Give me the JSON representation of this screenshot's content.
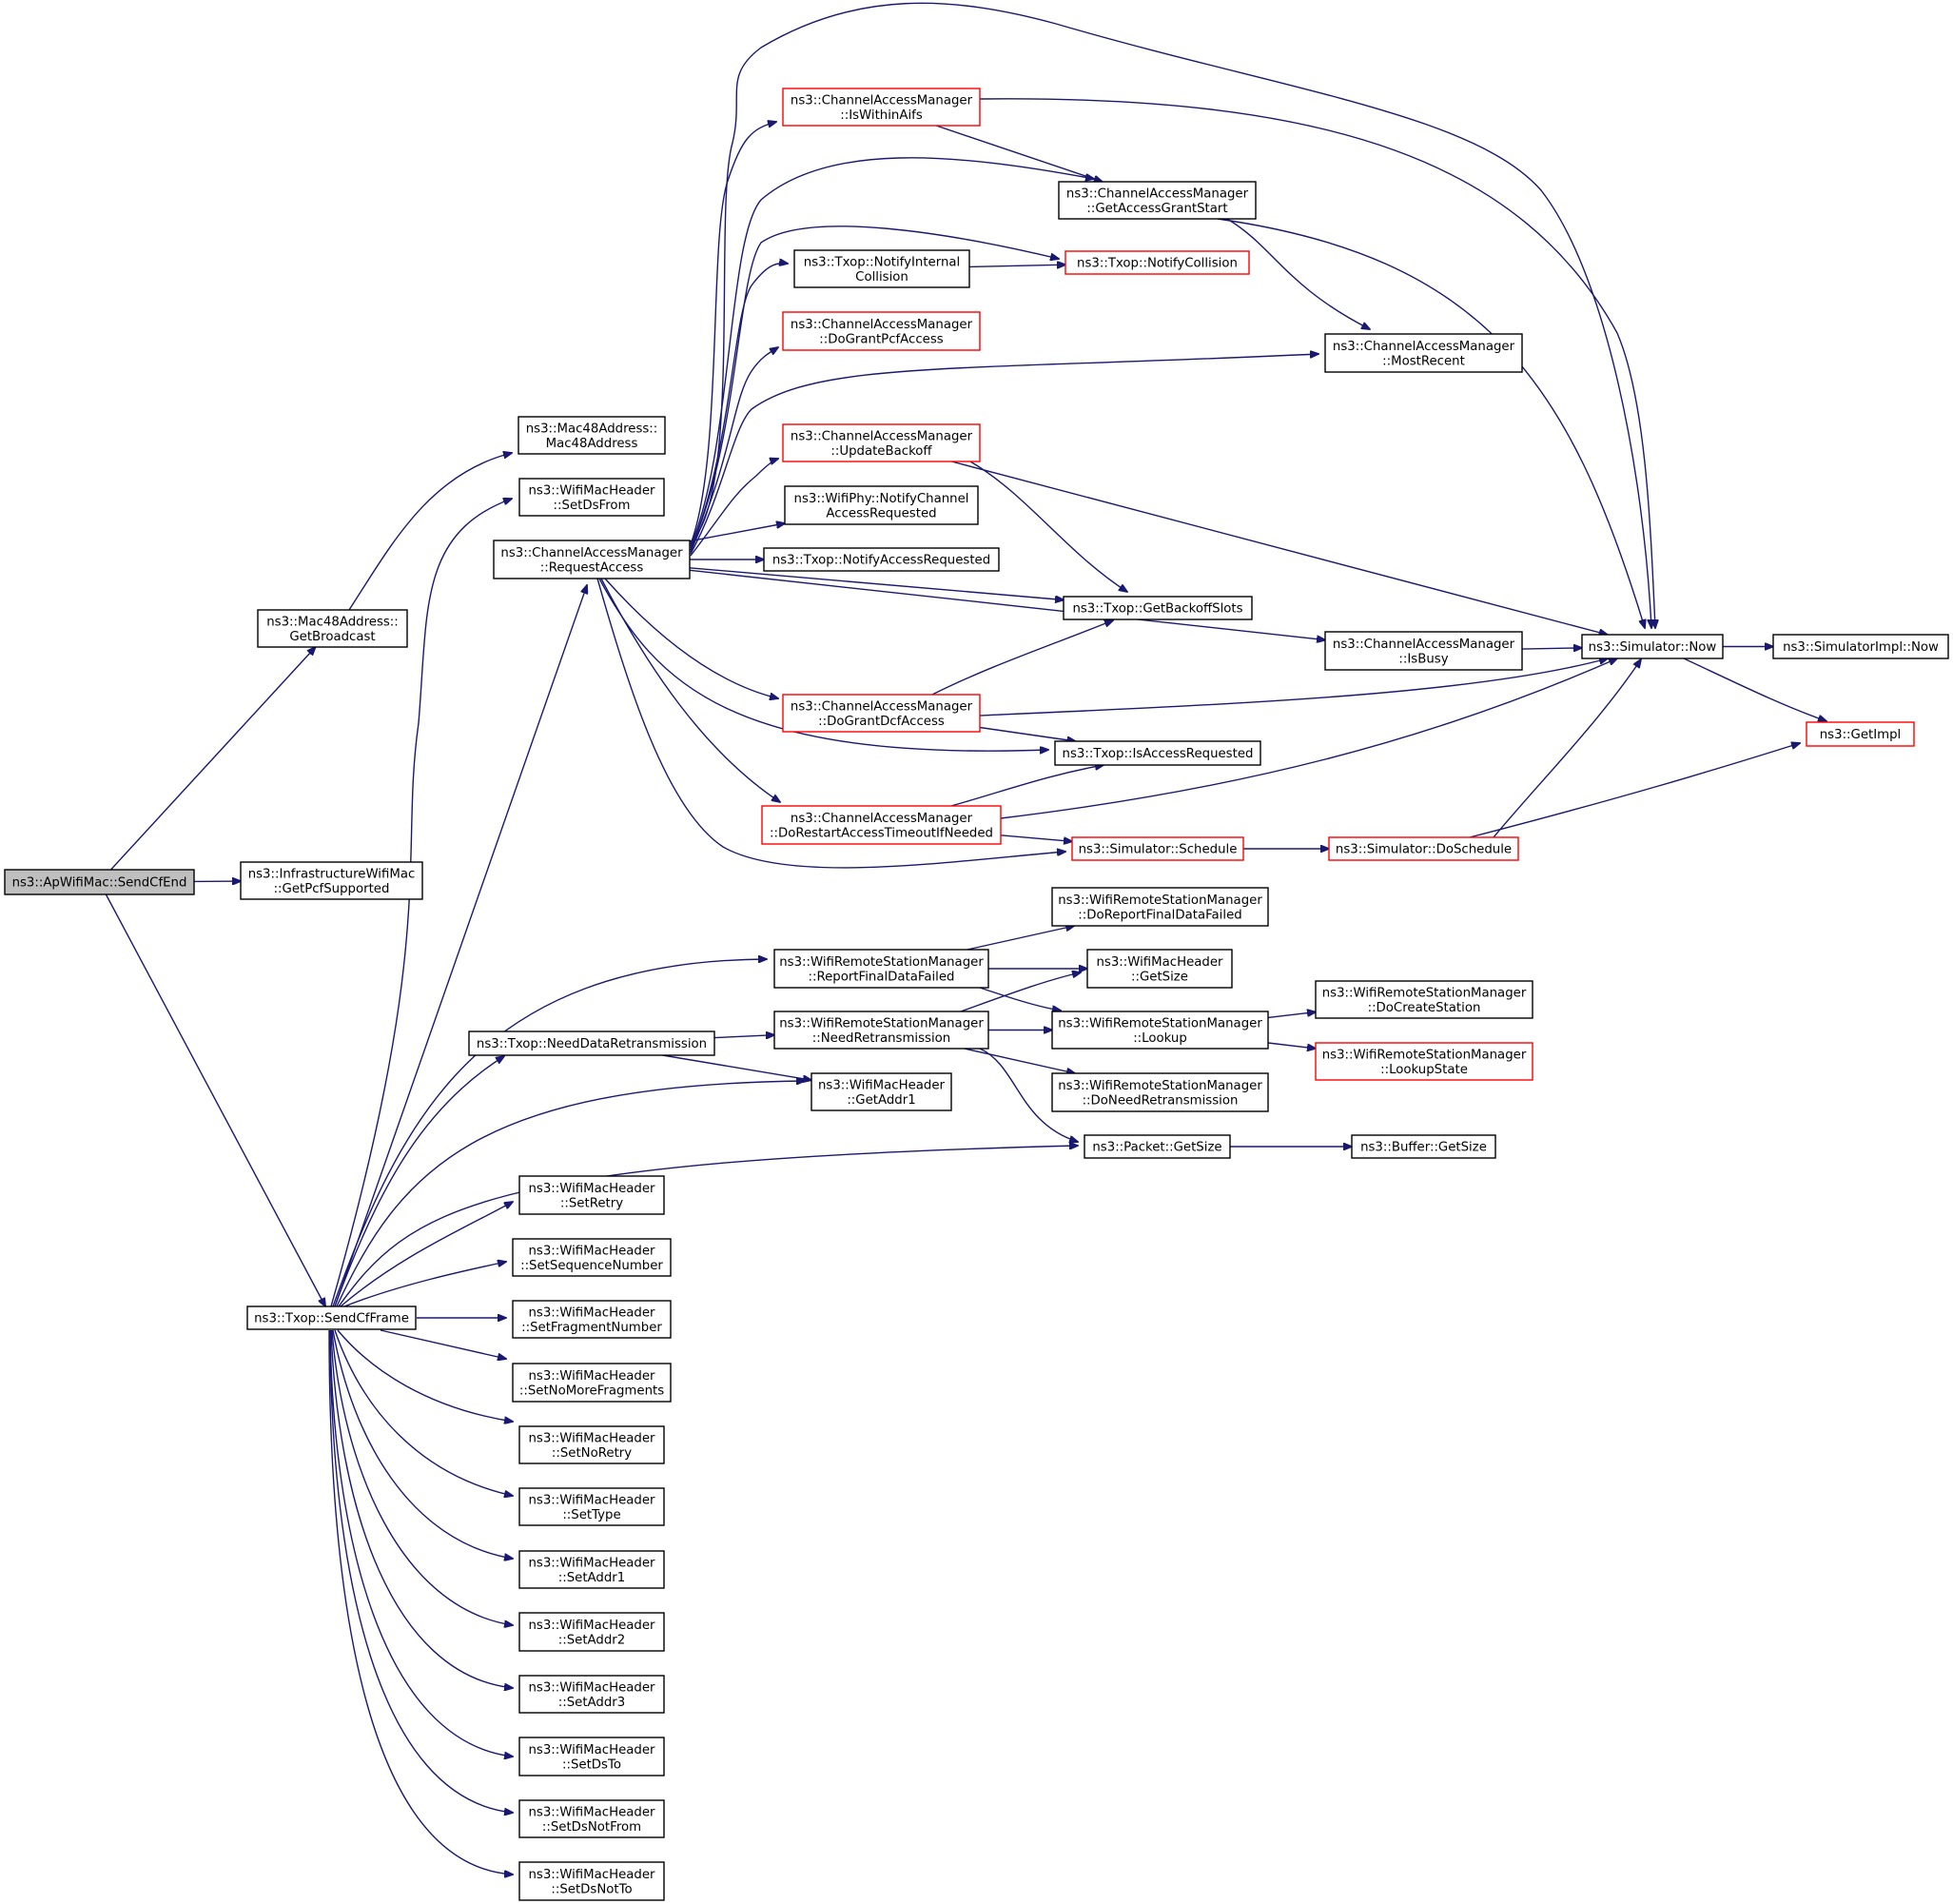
{
  "nodes": [
    {
      "id": "sendcfend",
      "lines": [
        "ns3::ApWifiMac::SendCfEnd"
      ],
      "style": "root"
    },
    {
      "id": "getbroadcast",
      "lines": [
        "ns3::Mac48Address::",
        "GetBroadcast"
      ],
      "style": "black"
    },
    {
      "id": "getpcf",
      "lines": [
        "ns3::InfrastructureWifiMac",
        "::GetPcfSupported"
      ],
      "style": "black"
    },
    {
      "id": "sendcfframe",
      "lines": [
        "ns3::Txop::SendCfFrame"
      ],
      "style": "black"
    },
    {
      "id": "mac48",
      "lines": [
        "ns3::Mac48Address::",
        "Mac48Address"
      ],
      "style": "black"
    },
    {
      "id": "setdsfrom",
      "lines": [
        "ns3::WifiMacHeader",
        "::SetDsFrom"
      ],
      "style": "black"
    },
    {
      "id": "requestaccess",
      "lines": [
        "ns3::ChannelAccessManager",
        "::RequestAccess"
      ],
      "style": "black"
    },
    {
      "id": "needdataretx",
      "lines": [
        "ns3::Txop::NeedDataRetransmission"
      ],
      "style": "black"
    },
    {
      "id": "setretry",
      "lines": [
        "ns3::WifiMacHeader",
        "::SetRetry"
      ],
      "style": "black"
    },
    {
      "id": "setseq",
      "lines": [
        "ns3::WifiMacHeader",
        "::SetSequenceNumber"
      ],
      "style": "black"
    },
    {
      "id": "setfrag",
      "lines": [
        "ns3::WifiMacHeader",
        "::SetFragmentNumber"
      ],
      "style": "black"
    },
    {
      "id": "setnomorefrag",
      "lines": [
        "ns3::WifiMacHeader",
        "::SetNoMoreFragments"
      ],
      "style": "black"
    },
    {
      "id": "setnoretry",
      "lines": [
        "ns3::WifiMacHeader",
        "::SetNoRetry"
      ],
      "style": "black"
    },
    {
      "id": "settype",
      "lines": [
        "ns3::WifiMacHeader",
        "::SetType"
      ],
      "style": "black"
    },
    {
      "id": "setaddr1",
      "lines": [
        "ns3::WifiMacHeader",
        "::SetAddr1"
      ],
      "style": "black"
    },
    {
      "id": "setaddr2",
      "lines": [
        "ns3::WifiMacHeader",
        "::SetAddr2"
      ],
      "style": "black"
    },
    {
      "id": "setaddr3",
      "lines": [
        "ns3::WifiMacHeader",
        "::SetAddr3"
      ],
      "style": "black"
    },
    {
      "id": "setdsto",
      "lines": [
        "ns3::WifiMacHeader",
        "::SetDsTo"
      ],
      "style": "black"
    },
    {
      "id": "setdsnotfrom",
      "lines": [
        "ns3::WifiMacHeader",
        "::SetDsNotFrom"
      ],
      "style": "black"
    },
    {
      "id": "setdsnotto",
      "lines": [
        "ns3::WifiMacHeader",
        "::SetDsNotTo"
      ],
      "style": "black"
    },
    {
      "id": "iswithinaifs",
      "lines": [
        "ns3::ChannelAccessManager",
        "::IsWithinAifs"
      ],
      "style": "red"
    },
    {
      "id": "notifyinternal",
      "lines": [
        "ns3::Txop::NotifyInternal",
        "Collision"
      ],
      "style": "black"
    },
    {
      "id": "dogrant_pcf",
      "lines": [
        "ns3::ChannelAccessManager",
        "::DoGrantPcfAccess"
      ],
      "style": "red"
    },
    {
      "id": "updatebackoff",
      "lines": [
        "ns3::ChannelAccessManager",
        "::UpdateBackoff"
      ],
      "style": "red"
    },
    {
      "id": "notifychannel",
      "lines": [
        "ns3::WifiPhy::NotifyChannel",
        "AccessRequested"
      ],
      "style": "black"
    },
    {
      "id": "notifyaccess",
      "lines": [
        "ns3::Txop::NotifyAccessRequested"
      ],
      "style": "black"
    },
    {
      "id": "dogrant_dcf",
      "lines": [
        "ns3::ChannelAccessManager",
        "::DoGrantDcfAccess"
      ],
      "style": "red"
    },
    {
      "id": "dorestart",
      "lines": [
        "ns3::ChannelAccessManager",
        "::DoRestartAccessTimeoutIfNeeded"
      ],
      "style": "red"
    },
    {
      "id": "reportfinal",
      "lines": [
        "ns3::WifiRemoteStationManager",
        "::ReportFinalDataFailed"
      ],
      "style": "black"
    },
    {
      "id": "needretx",
      "lines": [
        "ns3::WifiRemoteStationManager",
        "::NeedRetransmission"
      ],
      "style": "black"
    },
    {
      "id": "getaddr1",
      "lines": [
        "ns3::WifiMacHeader",
        "::GetAddr1"
      ],
      "style": "black"
    },
    {
      "id": "getaccessgrant",
      "lines": [
        "ns3::ChannelAccessManager",
        "::GetAccessGrantStart"
      ],
      "style": "black"
    },
    {
      "id": "notifycollision",
      "lines": [
        "ns3::Txop::NotifyCollision"
      ],
      "style": "red"
    },
    {
      "id": "getbackoffslots",
      "lines": [
        "ns3::Txop::GetBackoffSlots"
      ],
      "style": "black"
    },
    {
      "id": "isaccessrequested",
      "lines": [
        "ns3::Txop::IsAccessRequested"
      ],
      "style": "black"
    },
    {
      "id": "schedule",
      "lines": [
        "ns3::Simulator::Schedule"
      ],
      "style": "red"
    },
    {
      "id": "doreportfinal",
      "lines": [
        "ns3::WifiRemoteStationManager",
        "::DoReportFinalDataFailed"
      ],
      "style": "black"
    },
    {
      "id": "hdrgetsize",
      "lines": [
        "ns3::WifiMacHeader",
        "::GetSize"
      ],
      "style": "black"
    },
    {
      "id": "lookup",
      "lines": [
        "ns3::WifiRemoteStationManager",
        "::Lookup"
      ],
      "style": "black"
    },
    {
      "id": "doneedretx",
      "lines": [
        "ns3::WifiRemoteStationManager",
        "::DoNeedRetransmission"
      ],
      "style": "black"
    },
    {
      "id": "pktgetsize",
      "lines": [
        "ns3::Packet::GetSize"
      ],
      "style": "black"
    },
    {
      "id": "mostrecent",
      "lines": [
        "ns3::ChannelAccessManager",
        "::MostRecent"
      ],
      "style": "black"
    },
    {
      "id": "isbusy",
      "lines": [
        "ns3::ChannelAccessManager",
        "::IsBusy"
      ],
      "style": "black"
    },
    {
      "id": "doschedule",
      "lines": [
        "ns3::Simulator::DoSchedule"
      ],
      "style": "red"
    },
    {
      "id": "docreatestation",
      "lines": [
        "ns3::WifiRemoteStationManager",
        "::DoCreateStation"
      ],
      "style": "black"
    },
    {
      "id": "lookupstate",
      "lines": [
        "ns3::WifiRemoteStationManager",
        "::LookupState"
      ],
      "style": "red"
    },
    {
      "id": "buffergetsize",
      "lines": [
        "ns3::Buffer::GetSize"
      ],
      "style": "black"
    },
    {
      "id": "now",
      "lines": [
        "ns3::Simulator::Now"
      ],
      "style": "black"
    },
    {
      "id": "implnow",
      "lines": [
        "ns3::SimulatorImpl::Now"
      ],
      "style": "black"
    },
    {
      "id": "getimpl",
      "lines": [
        "ns3::GetImpl"
      ],
      "style": "red"
    }
  ],
  "edges": [
    [
      "sendcfend",
      "getbroadcast"
    ],
    [
      "sendcfend",
      "getpcf"
    ],
    [
      "sendcfend",
      "sendcfframe"
    ],
    [
      "getbroadcast",
      "mac48"
    ],
    [
      "sendcfframe",
      "setdsfrom"
    ],
    [
      "sendcfframe",
      "requestaccess"
    ],
    [
      "sendcfframe",
      "reportfinal"
    ],
    [
      "sendcfframe",
      "needdataretx"
    ],
    [
      "sendcfframe",
      "getaddr1"
    ],
    [
      "sendcfframe",
      "pktgetsize"
    ],
    [
      "sendcfframe",
      "setretry"
    ],
    [
      "sendcfframe",
      "setseq"
    ],
    [
      "sendcfframe",
      "setfrag"
    ],
    [
      "sendcfframe",
      "setnomorefrag"
    ],
    [
      "sendcfframe",
      "setnoretry"
    ],
    [
      "sendcfframe",
      "settype"
    ],
    [
      "sendcfframe",
      "setaddr1"
    ],
    [
      "sendcfframe",
      "setaddr2"
    ],
    [
      "sendcfframe",
      "setaddr3"
    ],
    [
      "sendcfframe",
      "setdsto"
    ],
    [
      "sendcfframe",
      "setdsnotfrom"
    ],
    [
      "sendcfframe",
      "setdsnotto"
    ],
    [
      "requestaccess",
      "now"
    ],
    [
      "requestaccess",
      "iswithinaifs"
    ],
    [
      "requestaccess",
      "getaccessgrant"
    ],
    [
      "requestaccess",
      "notifycollision"
    ],
    [
      "requestaccess",
      "notifyinternal"
    ],
    [
      "requestaccess",
      "dogrant_pcf"
    ],
    [
      "requestaccess",
      "mostrecent"
    ],
    [
      "requestaccess",
      "updatebackoff"
    ],
    [
      "requestaccess",
      "notifychannel"
    ],
    [
      "requestaccess",
      "notifyaccess"
    ],
    [
      "requestaccess",
      "getbackoffslots"
    ],
    [
      "requestaccess",
      "isbusy"
    ],
    [
      "requestaccess",
      "dogrant_dcf"
    ],
    [
      "requestaccess",
      "isaccessrequested"
    ],
    [
      "requestaccess",
      "dorestart"
    ],
    [
      "requestaccess",
      "schedule"
    ],
    [
      "iswithinaifs",
      "getaccessgrant"
    ],
    [
      "iswithinaifs",
      "now"
    ],
    [
      "getaccessgrant",
      "mostrecent"
    ],
    [
      "getaccessgrant",
      "now"
    ],
    [
      "notifyinternal",
      "notifycollision"
    ],
    [
      "updatebackoff",
      "getbackoffslots"
    ],
    [
      "updatebackoff",
      "now"
    ],
    [
      "isbusy",
      "now"
    ],
    [
      "dogrant_dcf",
      "getbackoffslots"
    ],
    [
      "dogrant_dcf",
      "now"
    ],
    [
      "dogrant_dcf",
      "isaccessrequested"
    ],
    [
      "dorestart",
      "isaccessrequested"
    ],
    [
      "dorestart",
      "now"
    ],
    [
      "dorestart",
      "schedule"
    ],
    [
      "schedule",
      "doschedule"
    ],
    [
      "doschedule",
      "now"
    ],
    [
      "doschedule",
      "getimpl"
    ],
    [
      "now",
      "implnow"
    ],
    [
      "now",
      "getimpl"
    ],
    [
      "reportfinal",
      "doreportfinal"
    ],
    [
      "reportfinal",
      "hdrgetsize"
    ],
    [
      "reportfinal",
      "lookup"
    ],
    [
      "needdataretx",
      "needretx"
    ],
    [
      "needdataretx",
      "getaddr1"
    ],
    [
      "needretx",
      "hdrgetsize"
    ],
    [
      "needretx",
      "lookup"
    ],
    [
      "needretx",
      "doneedretx"
    ],
    [
      "needretx",
      "pktgetsize"
    ],
    [
      "lookup",
      "docreatestation"
    ],
    [
      "lookup",
      "lookupstate"
    ],
    [
      "pktgetsize",
      "buffergetsize"
    ]
  ]
}
